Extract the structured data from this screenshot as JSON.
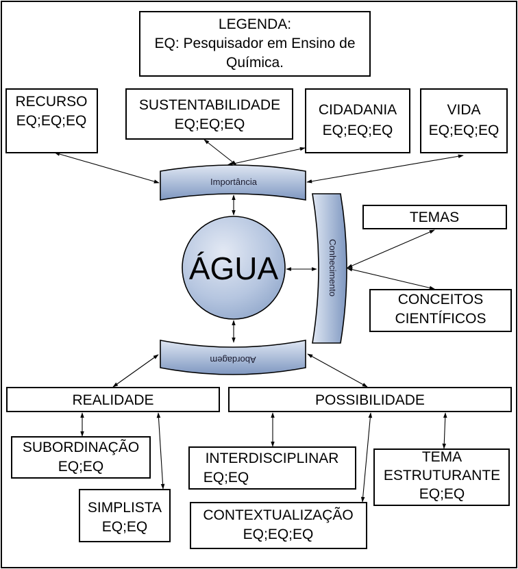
{
  "legend": {
    "line1": "LEGENDA:",
    "line2": "EQ: Pesquisador em Ensino de",
    "line3": "Química."
  },
  "center": {
    "label": "ÁGUA"
  },
  "bands": {
    "importancia": "Importância",
    "conhecimento": "Conhecimento",
    "abordagem": "Abordagem"
  },
  "top_boxes": {
    "recurso": {
      "title": "RECURSO",
      "codes": "EQ;EQ;EQ"
    },
    "sustentabilidade": {
      "title": "SUSTENTABILIDADE",
      "codes": "EQ;EQ;EQ"
    },
    "cidadania": {
      "title": "CIDADANIA",
      "codes": "EQ;EQ;EQ"
    },
    "vida": {
      "title": "VIDA",
      "codes": "EQ;EQ;EQ"
    }
  },
  "right_boxes": {
    "temas": {
      "title": "TEMAS"
    },
    "conceitos": {
      "line1": "CONCEITOS",
      "line2": "CIENTÍFICOS"
    }
  },
  "bottom": {
    "realidade": {
      "title": "REALIDADE"
    },
    "possibilidade": {
      "title": "POSSIBILIDADE"
    },
    "subordinacao": {
      "title": "SUBORDINAÇÃO",
      "codes": "EQ;EQ"
    },
    "simplista": {
      "title": "SIMPLISTA",
      "codes": "EQ;EQ"
    },
    "interdisciplinar": {
      "title": "INTERDISCIPLINAR",
      "codes": "EQ;EQ"
    },
    "contextualizacao": {
      "title": "CONTEXTUALIZAÇÃO",
      "codes": "EQ;EQ;EQ"
    },
    "tema_estruturante": {
      "line1": "TEMA",
      "line2": "ESTRUTURANTE",
      "codes": "EQ;EQ"
    }
  }
}
